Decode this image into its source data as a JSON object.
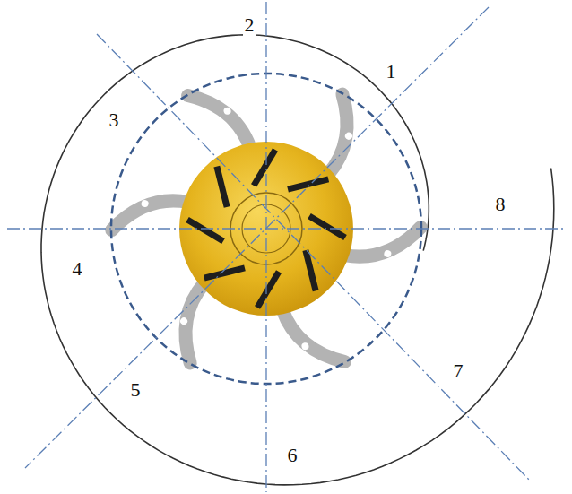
{
  "diagram": {
    "labels": [
      "2",
      "1",
      "3",
      "8",
      "4",
      "7",
      "5",
      "6"
    ]
  }
}
